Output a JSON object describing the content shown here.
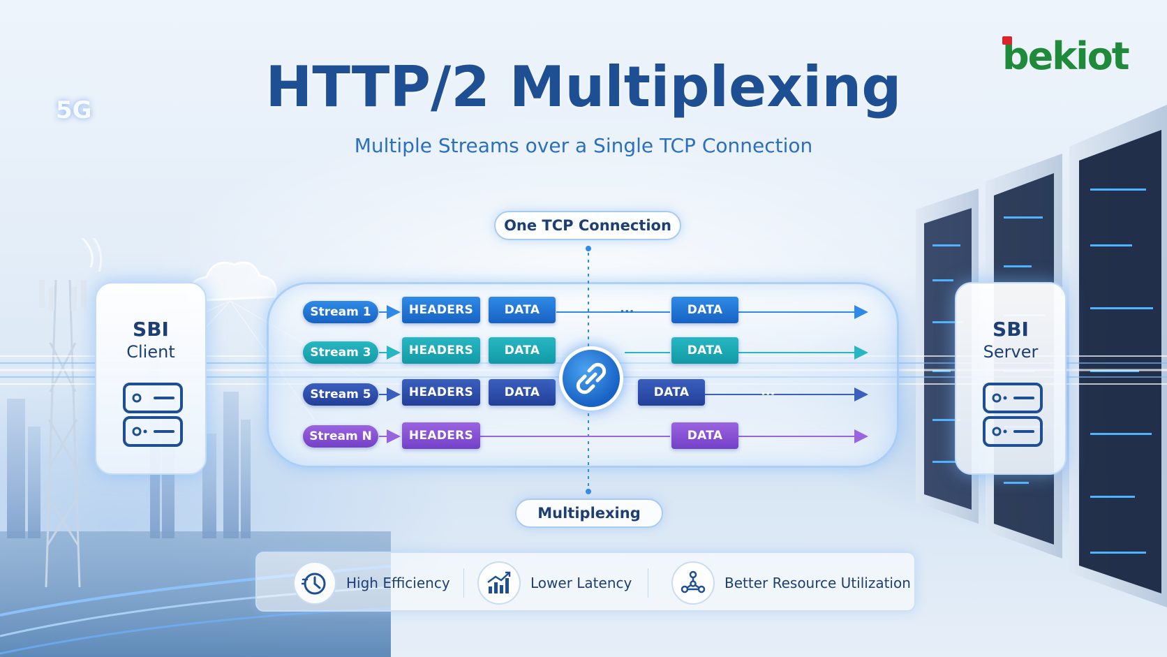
{
  "title": "HTTP/2 Multiplexing",
  "subtitle": "Multiple Streams over a Single TCP Connection",
  "logo": {
    "text": "bekiot",
    "color_primary": "#1f8a3a",
    "color_accent": "#d8262b"
  },
  "badge_5g": "5G",
  "connection_label": "One TCP Connection",
  "multiplexing_label": "Multiplexing",
  "client": {
    "title": "SBI",
    "subtitle": "Client",
    "icon": "server-icon"
  },
  "server": {
    "title": "SBI",
    "subtitle": "Server",
    "icon": "server-icon"
  },
  "streams": [
    {
      "label": "Stream 1",
      "color": "#1762c4",
      "frame1": "HEADERS",
      "frame2": "DATA",
      "frame3": "DATA",
      "ellipsis": "···"
    },
    {
      "label": "Stream 3",
      "color": "#119aa6",
      "frame1": "HEADERS",
      "frame2": "DATA",
      "frame3": "DATA"
    },
    {
      "label": "Stream 5",
      "color": "#233f98",
      "frame1": "HEADERS",
      "frame2": "DATA",
      "frame3": "DATA",
      "ellipsis": "···"
    },
    {
      "label": "Stream N",
      "color": "#7440c8",
      "frame1": "HEADERS",
      "frame3": "DATA"
    }
  ],
  "hub_icon": "link-icon",
  "benefits": [
    {
      "label": "High Efficiency",
      "icon": "clock-speed-icon"
    },
    {
      "label": "Lower Latency",
      "icon": "bar-chart-trend-icon"
    },
    {
      "label": "Better Resource Utilization",
      "icon": "network-nodes-icon"
    }
  ]
}
